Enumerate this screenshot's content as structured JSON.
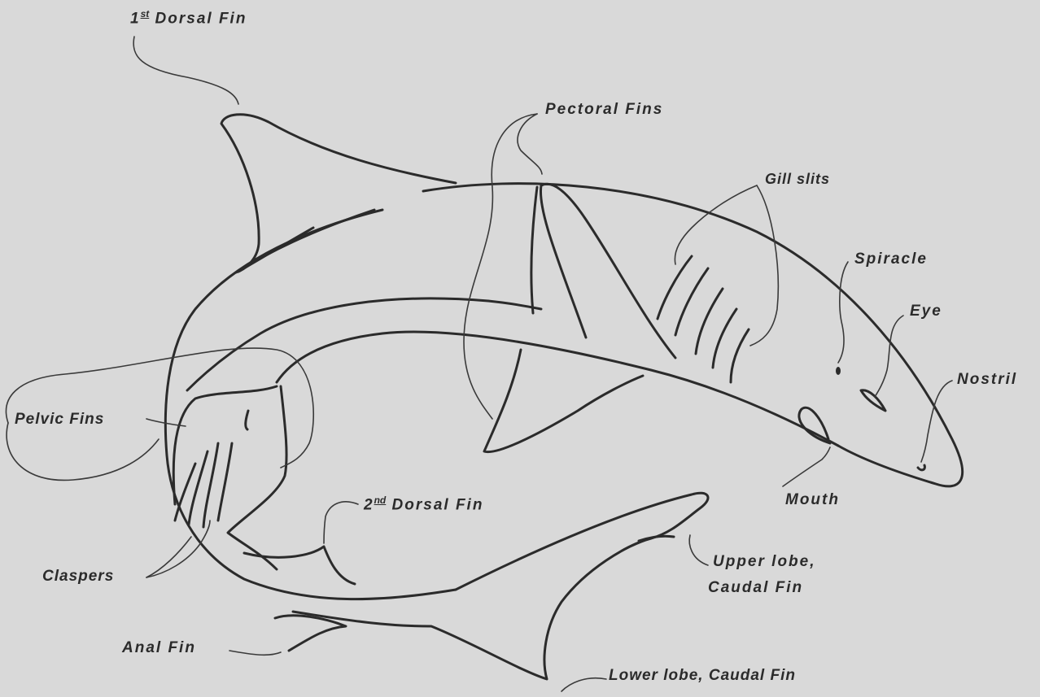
{
  "diagram": {
    "labels": {
      "first_dorsal": {
        "ordinal": "1",
        "sup": "st",
        "text": "Dorsal Fin"
      },
      "pectoral": "Pectoral Fins",
      "gill_slits": "Gill slits",
      "spiracle": "Spiracle",
      "eye": "Eye",
      "nostril": "Nostril",
      "pelvic": "Pelvic Fins",
      "mouth": "Mouth",
      "second_dorsal": {
        "ordinal": "2",
        "sup": "nd",
        "text": "Dorsal Fin"
      },
      "upper_lobe_line1": "Upper lobe,",
      "upper_lobe_line2": "Caudal Fin",
      "claspers": "Claspers",
      "anal": "Anal Fin",
      "lower_lobe": "Lower lobe, Caudal Fin"
    },
    "colors": {
      "background": "#d9d9d9",
      "ink": "#2b2b2b"
    }
  }
}
